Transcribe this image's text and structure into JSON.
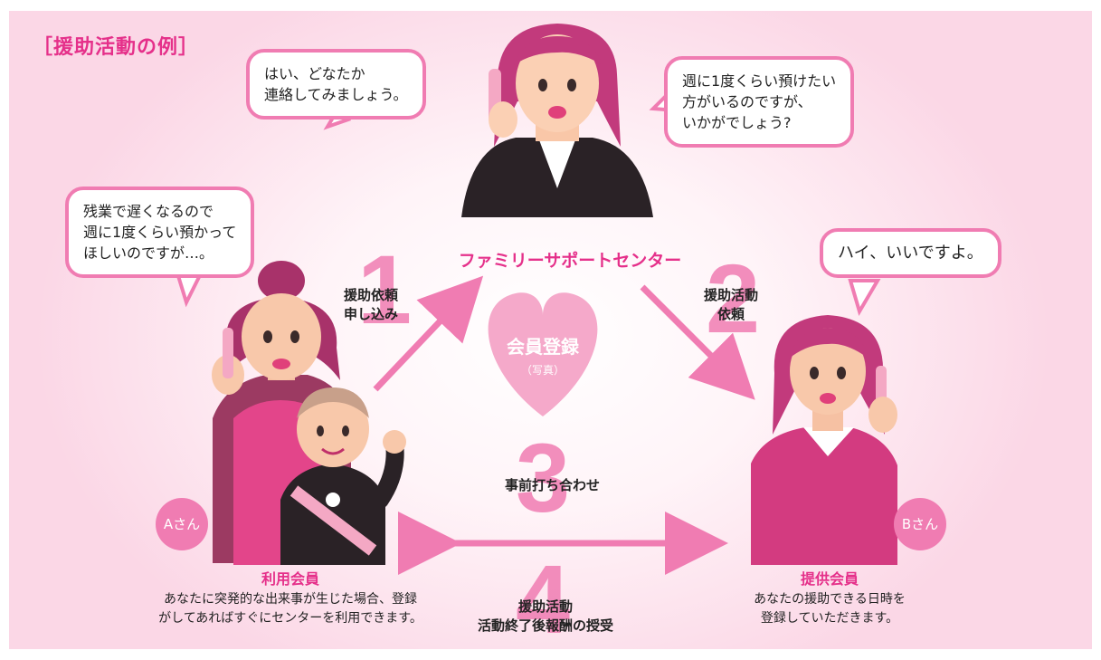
{
  "title": "［援助活動の例］",
  "bubbles": {
    "center_left": [
      "はい、どなたか",
      "連絡してみましょう。"
    ],
    "center_right": [
      "週に1度くらい預けたい",
      "方がいるのですが、",
      "いかがでしょう?"
    ],
    "user": [
      "残業で遅くなるので",
      "週に1度くらい預かって",
      "ほしいのですが…。"
    ],
    "provider": [
      "ハイ、いいですよ。"
    ]
  },
  "center_label": "ファミリーサポートセンター",
  "heart": {
    "main": "会員登録",
    "sub": "（写真）"
  },
  "steps": [
    {
      "number": "1",
      "lines": [
        "援助依頼",
        "申し込み"
      ]
    },
    {
      "number": "2",
      "lines": [
        "援助活動",
        "依頼"
      ]
    },
    {
      "number": "3",
      "lines": [
        "事前打ち合わせ"
      ]
    },
    {
      "number": "4",
      "lines": [
        "援助活動",
        "活動終了後報酬の授受"
      ]
    }
  ],
  "user_member": {
    "badge": "Aさん",
    "title": "利用会員",
    "desc": [
      "あなたに突発的な出来事が生じた場合、登録",
      "がしてあればすぐにセンターを利用できます。"
    ]
  },
  "provider_member": {
    "badge": "Bさん",
    "title": "提供会員",
    "desc": [
      "あなたの援助できる日時を",
      "登録していただきます。"
    ]
  },
  "colors": {
    "accent": "#e5308a",
    "pink": "#f07cb2",
    "dark_suit": "#2a2226"
  }
}
